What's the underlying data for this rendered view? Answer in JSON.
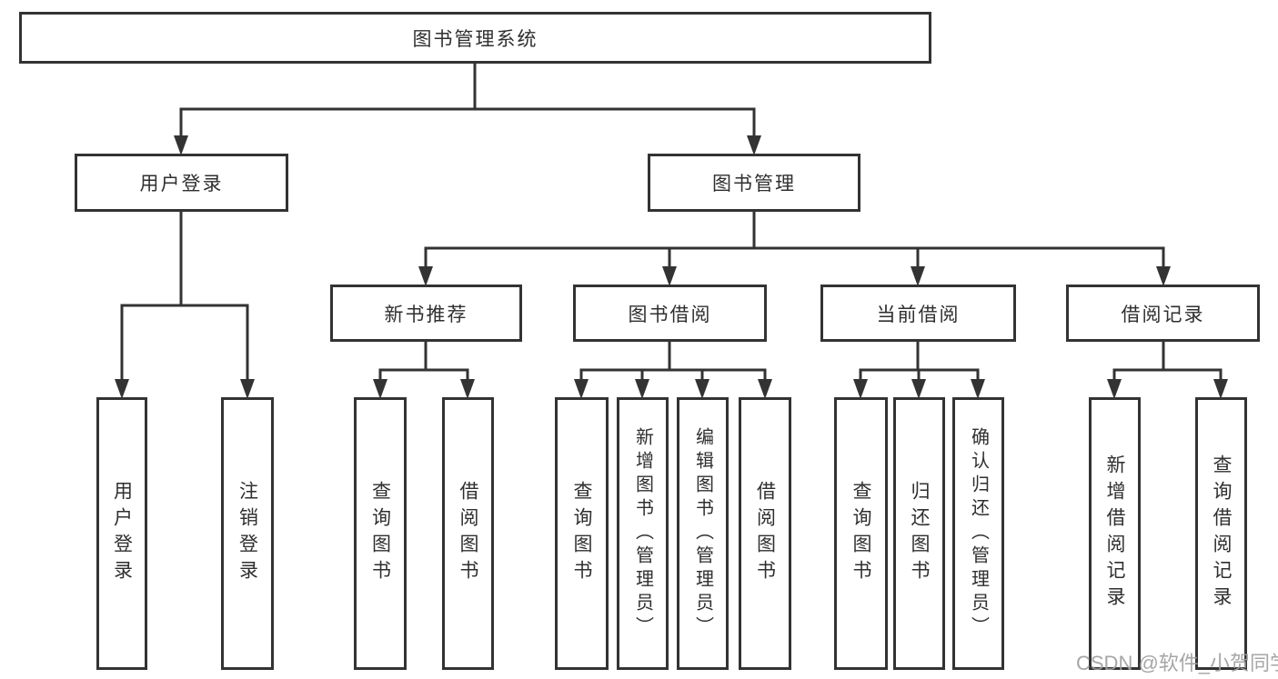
{
  "title": {
    "label": "图书管理系统"
  },
  "level2": {
    "user_login": "用户登录",
    "book_mgmt": "图书管理"
  },
  "level3": {
    "new_books": "新书推荐",
    "book_borrow": "图书借阅",
    "current_borrow": "当前借阅",
    "borrow_records": "借阅记录"
  },
  "leaves": {
    "user_login": "用户登录",
    "logout": "注销登录",
    "nb_query": "查询图书",
    "nb_borrow": "借阅图书",
    "bb_query": "查询图书",
    "bb_add": "新增图书（管理员）",
    "bb_edit": "编辑图书（管理员）",
    "bb_borrow": "借阅图书",
    "cb_query": "查询图书",
    "cb_return": "归还图书",
    "cb_confirm": "确认归还（管理员）",
    "br_add": "新增借阅记录",
    "br_query": "查询借阅记录"
  },
  "watermark": "CSDN @软件_小贺同学",
  "colors": {
    "line": "#333333",
    "text": "#2f2f2f",
    "watermark": "#9e9e9e",
    "background": "#ffffff"
  }
}
